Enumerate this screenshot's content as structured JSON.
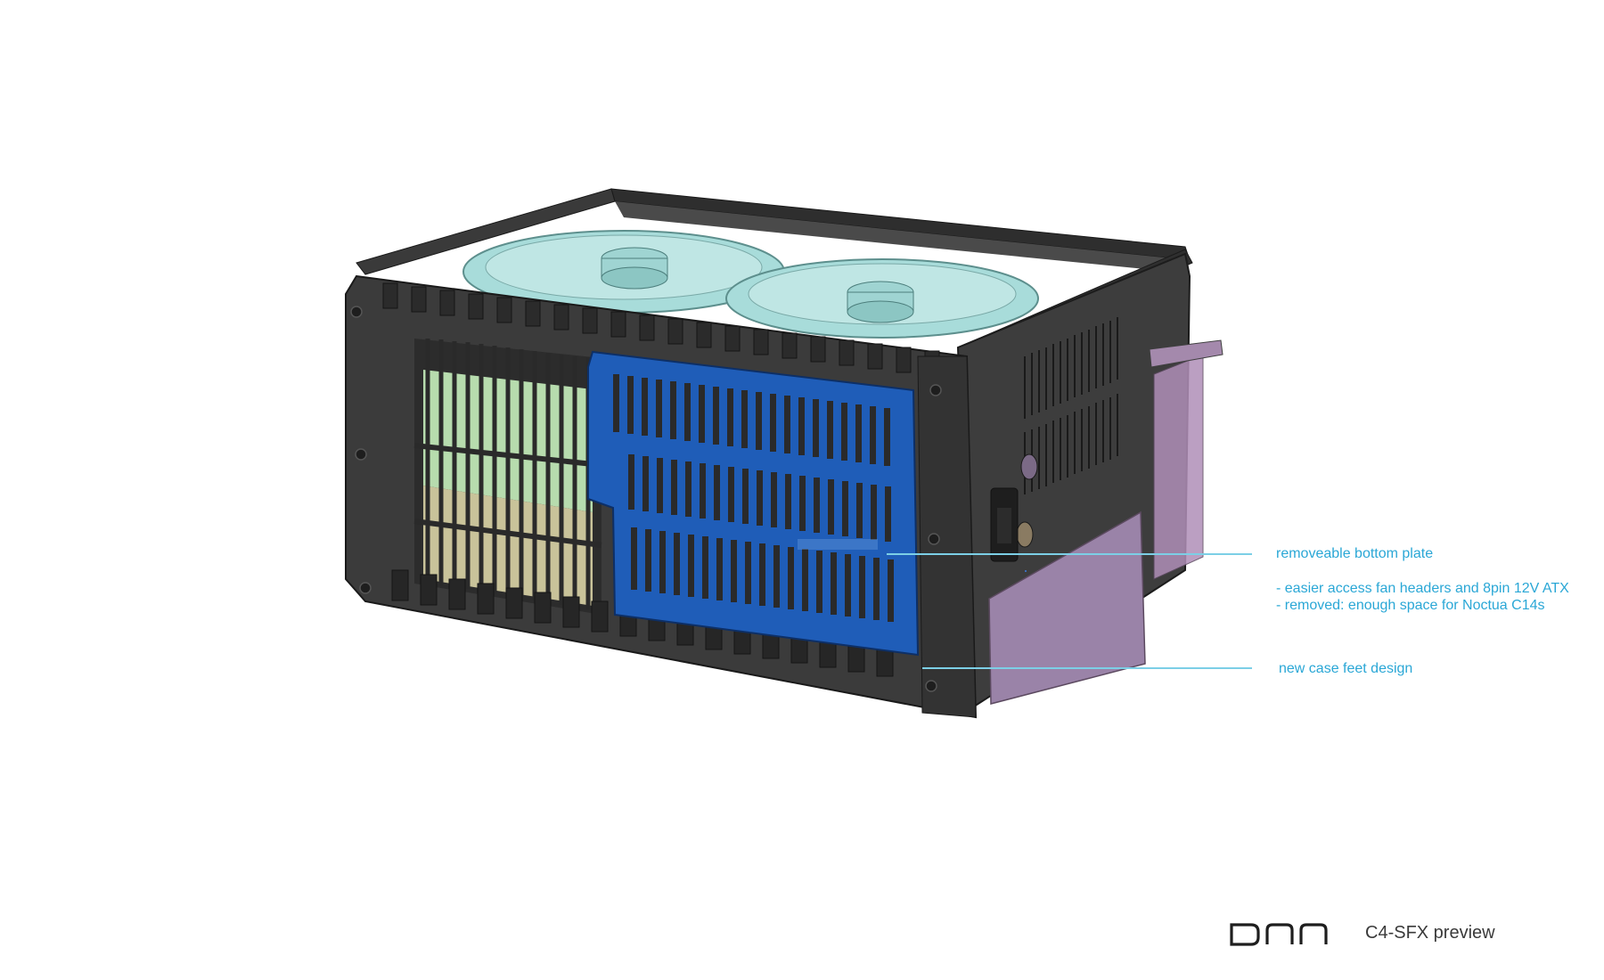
{
  "callouts": {
    "bottom_plate": {
      "title": "removeable bottom plate",
      "notes": [
        "- easier access fan headers and 8pin 12V ATX",
        "- removed: enough space for Noctua C14s"
      ]
    },
    "case_feet": {
      "title": "new case feet design"
    }
  },
  "footer": {
    "logo_text": "DAN",
    "title": "C4-SFX preview"
  },
  "colors": {
    "callout_text": "#2aa7d6",
    "leader_line": "#7ccfe6",
    "case_body": "#3b3b3b",
    "case_edge": "#222222",
    "fan_blade": "#9fd4d2",
    "bottom_plate": "#1f5db8",
    "psu_panel": "#9a83a8"
  },
  "icons": {
    "logo": "dan-logo-icon",
    "power_socket": "power-socket-icon"
  }
}
